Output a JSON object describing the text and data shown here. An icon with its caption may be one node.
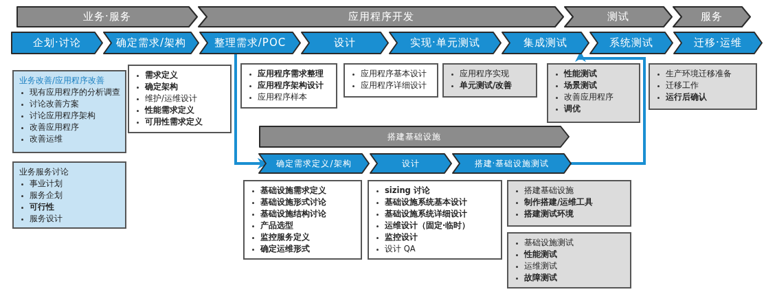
{
  "diagram": {
    "nodes": [
      {
        "text": [
          "业务·服务"
        ]
      },
      {
        "text": [
          "应用程序开发"
        ]
      },
      {
        "text": [
          "测试"
        ]
      },
      {
        "text": [
          "服务"
        ]
      },
      {
        "text": [
          "企划·讨论"
        ]
      },
      {
        "text": [
          "确定需求/架构"
        ]
      },
      {
        "text": [
          "整理需求/POC"
        ]
      },
      {
        "text": [
          "设计"
        ]
      },
      {
        "text": [
          "实现·单元测试"
        ]
      },
      {
        "text": [
          "集成测试"
        ]
      },
      {
        "text": [
          "系统测试"
        ]
      },
      {
        "text": [
          "迁移·运维"
        ]
      },
      {
        "text": [
          "业务改善/应用程序改善",
          "现有应用程序的分析调查",
          "讨论改善方案",
          "讨论应用程序架构",
          "改善应用程序",
          "改善运维"
        ]
      },
      {
        "text": [
          "业务服务讨论",
          "事业计划",
          "服务企划",
          "可行性",
          "服务设计"
        ]
      },
      {
        "text": [
          "需求定义",
          "确定架构",
          "维护/运维设计",
          "性能需求定义",
          "可用性需求定义"
        ]
      },
      {
        "text": [
          "应用程序需求整理",
          "应用程序架构设计",
          "应用程序样本"
        ]
      },
      {
        "text": [
          "应用程序基本设计",
          "应用程序详细设计"
        ]
      },
      {
        "text": [
          "应用程序实现",
          "单元测试/改善"
        ]
      },
      {
        "text": [
          "性能测试",
          "场景测试",
          "改善应用程序",
          "调优"
        ]
      },
      {
        "text": [
          "生产环境迁移准备",
          "迁移工作",
          "运行后确认"
        ]
      },
      {
        "text": [
          "搭建基础设施"
        ]
      },
      {
        "text": [
          "确定需求定义/架构"
        ]
      },
      {
        "text": [
          "设计"
        ]
      },
      {
        "text": [
          "搭建·基础设施测试"
        ]
      },
      {
        "text": [
          "基础设施需求定义",
          "基础设施形式讨论",
          "基础设施结构讨论",
          "产品选型",
          "监控服务定义",
          "确定运维形式"
        ]
      },
      {
        "text": [
          "sizing 讨论",
          "基础设施系统基本设计",
          "基础设施系统详细设计",
          "运维设计（固定·临时）",
          "监控设计",
          "设计 QA"
        ]
      },
      {
        "text": [
          "搭建基础设施",
          "制作搭建/运维工具",
          "搭建测试环境"
        ]
      },
      {
        "text": [
          "基础设施测试",
          "性能测试",
          "运维测试",
          "故障测试"
        ]
      }
    ],
    "edges": [
      {
        "from": 6,
        "to": 21,
        "arrow": "to"
      },
      {
        "from": 23,
        "to": 9,
        "arrow": "to"
      }
    ]
  }
}
